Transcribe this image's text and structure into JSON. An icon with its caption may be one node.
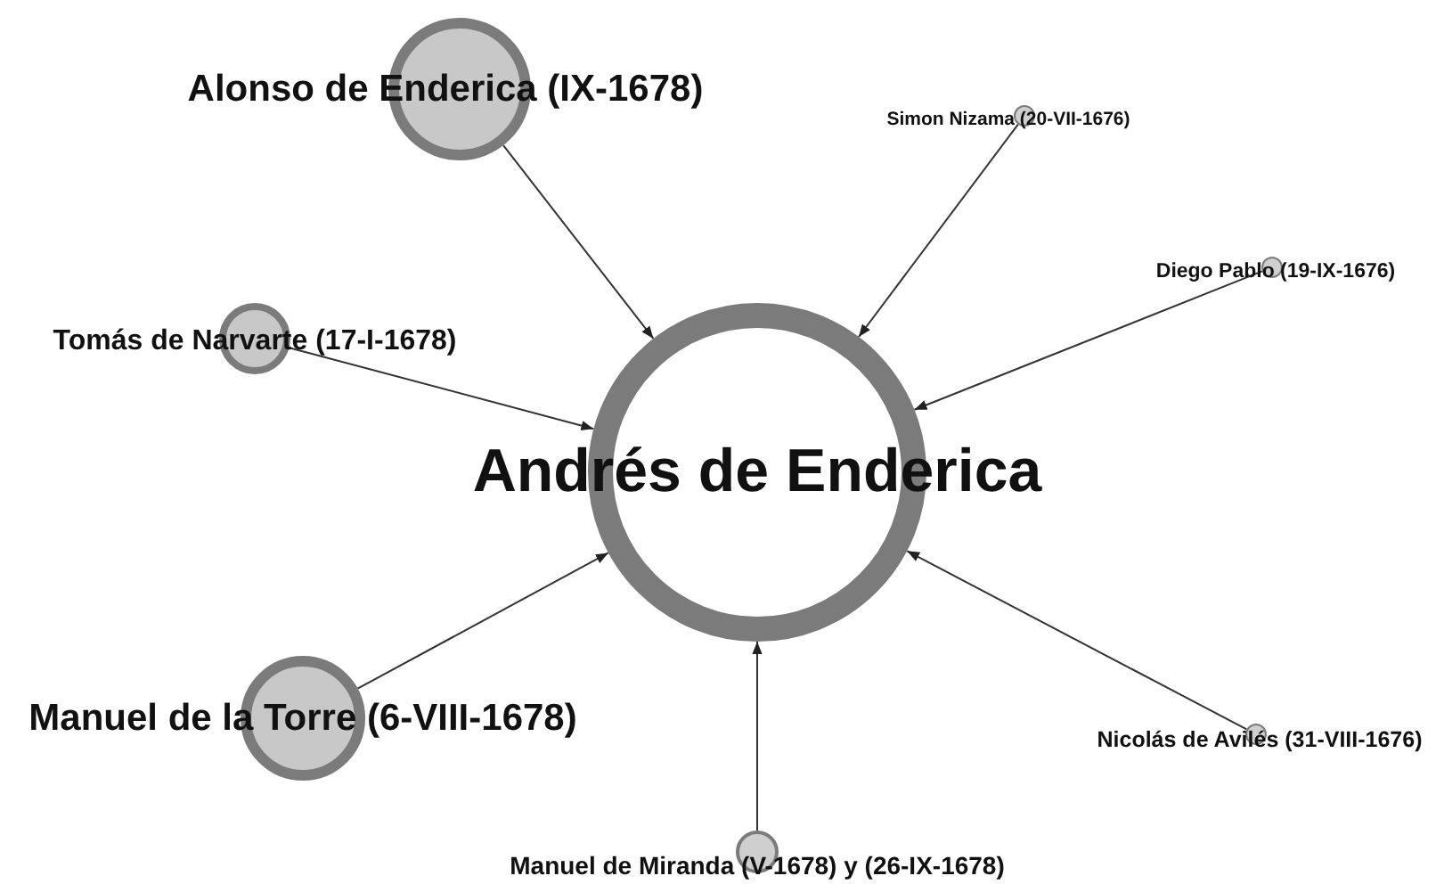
{
  "diagram": {
    "nodes": [
      {
        "text": [
          "Andrés de Enderica"
        ]
      },
      {
        "text": [
          "Alonso de Enderica (IX-1678)"
        ]
      },
      {
        "text": [
          "Simon Nizama (20-VII-1676)"
        ]
      },
      {
        "text": [
          "Diego Pablo (19-IX-1676)"
        ]
      },
      {
        "text": [
          "Tomás de Narvarte (17-I-1678)"
        ]
      },
      {
        "text": [
          "Manuel de la Torre (6-VIII-1678)"
        ]
      },
      {
        "text": [
          "Nicolás de Avilés (31-VIII-1676)"
        ]
      },
      {
        "text": [
          "Manuel de Miranda (V-1678) y (26-IX-1678)"
        ]
      }
    ],
    "edges": [
      {
        "from": 1,
        "to": 0,
        "arrow": "to"
      },
      {
        "from": 2,
        "to": 0,
        "arrow": "to"
      },
      {
        "from": 3,
        "to": 0,
        "arrow": "to"
      },
      {
        "from": 4,
        "to": 0,
        "arrow": "to"
      },
      {
        "from": 5,
        "to": 0,
        "arrow": "to"
      },
      {
        "from": 6,
        "to": 0,
        "arrow": "to"
      },
      {
        "from": 7,
        "to": 0,
        "arrow": "to"
      }
    ]
  }
}
